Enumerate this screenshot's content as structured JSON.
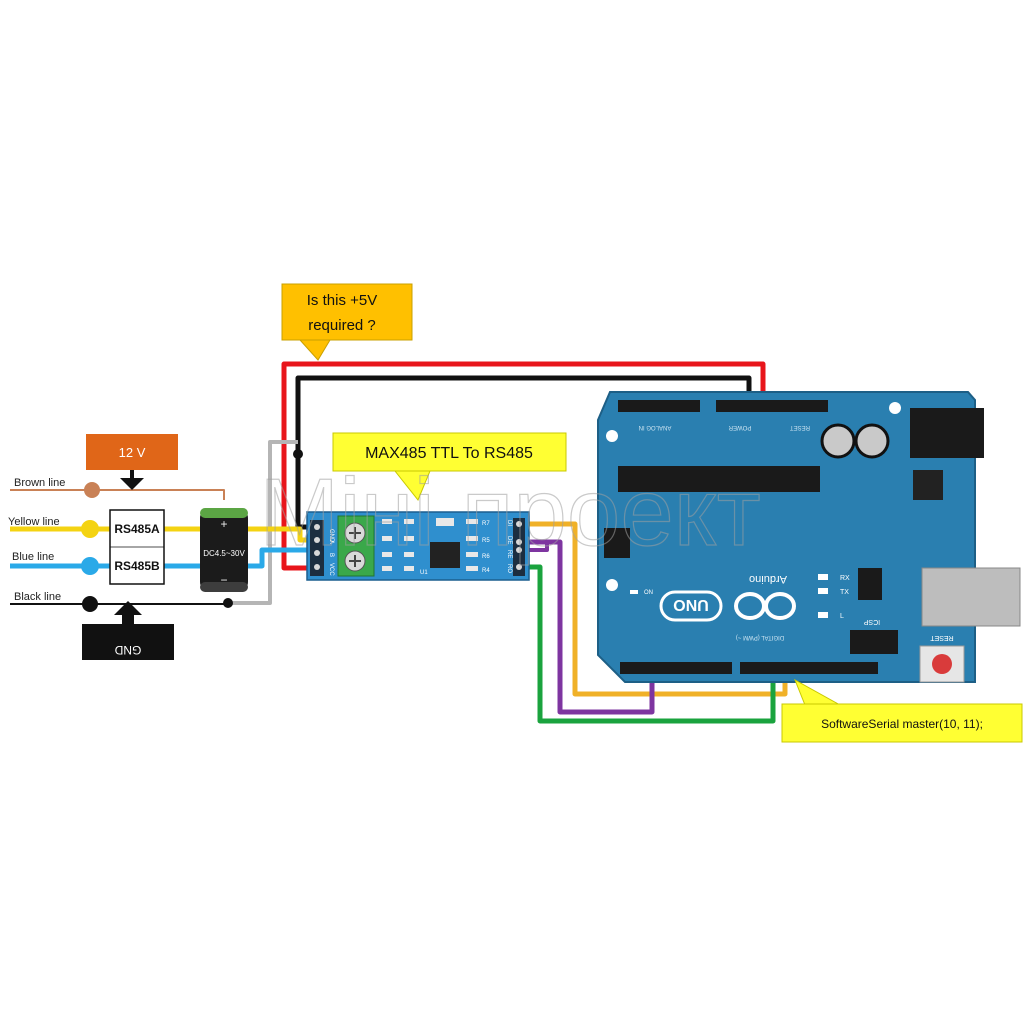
{
  "callouts": {
    "question": "Is this +5V required ?",
    "question_line1": "Is this +5V",
    "question_line2": "required ?",
    "module_title": "MAX485 TTL To RS485",
    "power": "12 V",
    "gnd": "GND",
    "software_serial": "SoftwareSerial master(10, 11);"
  },
  "lines": {
    "brown": "Brown line",
    "yellow": "Yellow line",
    "blue": "Blue line",
    "black": "Black line"
  },
  "terminals": {
    "a": "RS485A",
    "b": "RS485B"
  },
  "supply": {
    "rating": "DC4.5~30V",
    "plus": "+",
    "minus": "−"
  },
  "module": {
    "left_pins": [
      "GND",
      "A",
      "B",
      "VCC"
    ],
    "right_pins": [
      "DI",
      "DE",
      "RE",
      "RO"
    ],
    "resistors": [
      "R7",
      "R5",
      "R6",
      "R4"
    ],
    "chip_label": "U1"
  },
  "arduino": {
    "brand": "Arduino",
    "model": "UNO",
    "label_analog": "ANALOG IN",
    "label_power": "POWER",
    "label_digital": "DIGITAL (PWM ~)",
    "label_reset": "RESET",
    "label_icsp": "ICSP",
    "label_tx": "TX",
    "label_rx": "RX",
    "label_l": "L",
    "label_on": "ON"
  },
  "watermark": "Мiнi проект",
  "colors": {
    "board": "#2a7fb0",
    "module_board": "#2f8fce",
    "red_wire": "#e8151b",
    "black_wire": "#111111",
    "yellow_wire": "#f4cf19",
    "blue_wire": "#2aa9e8",
    "brown_wire": "#c98156",
    "orange_wire": "#f0b128",
    "purple_wire": "#7e35a0",
    "green_wire": "#1aa33e",
    "gray_wire": "#b5b5b5",
    "callout_gold": "#ffc000",
    "callout_yellow": "#ffff33",
    "callout_orange": "#e06618"
  }
}
